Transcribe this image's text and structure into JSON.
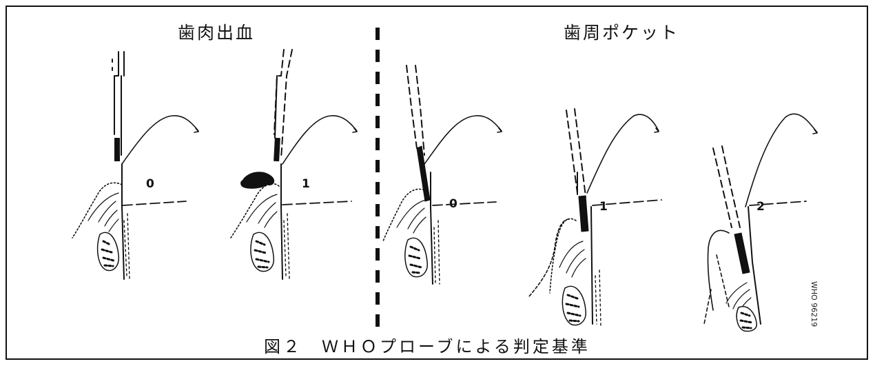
{
  "headings": {
    "left": "歯肉出血",
    "right": "歯周ポケット"
  },
  "caption": "図２　ＷＨＯプローブによる判定基準",
  "stage_labels": [
    "0",
    "1",
    "0",
    "1",
    "2"
  ],
  "figure_code": "WHO 96219",
  "colors": {
    "ink": "#111111",
    "background": "#ffffff"
  }
}
